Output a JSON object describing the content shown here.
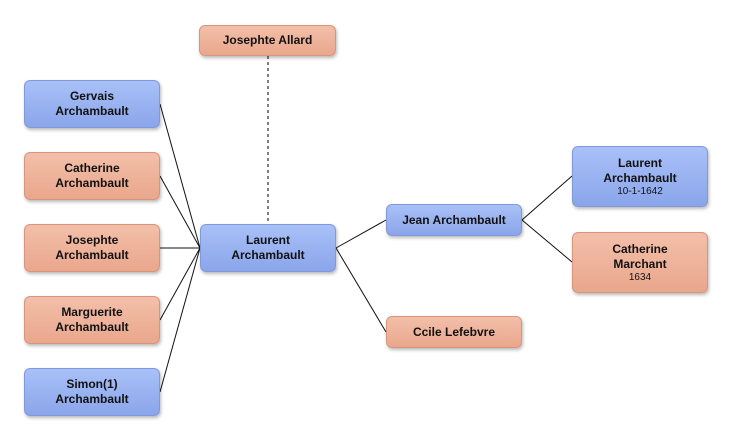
{
  "nodes": {
    "josephte_allard": {
      "name": "Josephte Allard",
      "gender": "female"
    },
    "gervais": {
      "name": "Gervais Archambault",
      "gender": "male"
    },
    "catherine_a": {
      "name": "Catherine Archambault",
      "gender": "female"
    },
    "josephte_a": {
      "name": "Josephte Archambault",
      "gender": "female"
    },
    "marguerite": {
      "name": "Marguerite Archambault",
      "gender": "female"
    },
    "simon": {
      "name": "Simon(1) Archambault",
      "gender": "male"
    },
    "laurent_center": {
      "name": "Laurent Archambault",
      "gender": "male"
    },
    "jean": {
      "name": "Jean Archambault",
      "gender": "male"
    },
    "ccile": {
      "name": "Ccile Lefebvre",
      "gender": "female"
    },
    "laurent_father": {
      "name": "Laurent Archambault",
      "date": "10-1-1642",
      "gender": "male"
    },
    "catherine_marchant": {
      "name": "Catherine Marchant",
      "date": "1634",
      "gender": "female"
    }
  },
  "colors": {
    "male": "#9db4f3",
    "female": "#eeb29a",
    "link": "#111111",
    "spouse_link": "#555555"
  }
}
